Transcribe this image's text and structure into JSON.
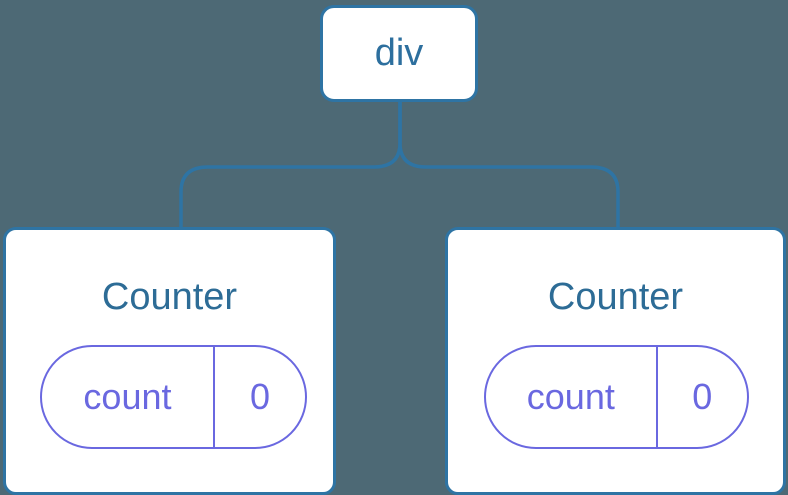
{
  "tree": {
    "root": {
      "label": "div"
    },
    "children": [
      {
        "title": "Counter",
        "state": [
          {
            "key": "count",
            "value": "0"
          }
        ]
      },
      {
        "title": "Counter",
        "state": [
          {
            "key": "count",
            "value": "0"
          }
        ]
      }
    ]
  },
  "colors": {
    "background": "#4d6975",
    "node_border_blue": "#2e74a4",
    "node_text_blue": "#2d6f9e",
    "card_title_blue": "#2d6c96",
    "state_purple": "#6a68e0",
    "card_background": "#ffffff"
  }
}
